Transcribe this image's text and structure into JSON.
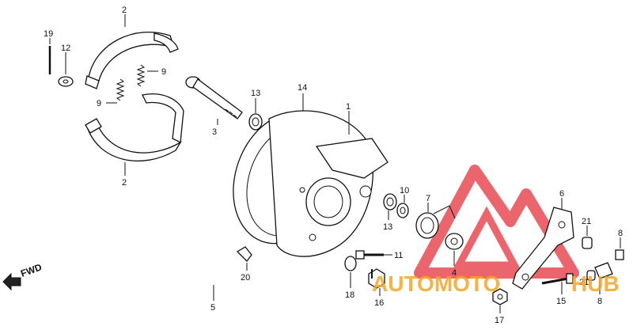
{
  "diagram": {
    "labels": {
      "p1": "1",
      "p2_top": "2",
      "p2_bottom": "2",
      "p3": "3",
      "p4": "4",
      "p5": "5",
      "p6": "6",
      "p7": "7",
      "p8_top": "8",
      "p8_bottom": "8",
      "p9_top": "9",
      "p9_bottom": "9",
      "p10": "10",
      "p11": "11",
      "p12": "12",
      "p13_top": "13",
      "p13_bottom": "13",
      "p14": "14",
      "p15": "15",
      "p16": "16",
      "p17": "17",
      "p18": "18",
      "p19": "19",
      "p20": "20",
      "p21_top": "21",
      "p21_bottom": "21"
    },
    "fwd_label": "FWD"
  },
  "watermark": {
    "text_a": "AUTOMOTO",
    "text_b": "HUB",
    "color_red": "#e8323c",
    "color_orange": "#f5a623"
  }
}
